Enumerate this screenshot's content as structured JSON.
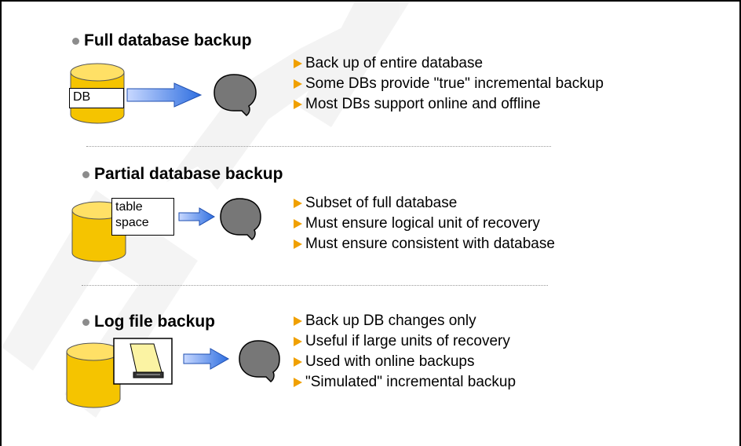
{
  "sections": [
    {
      "heading": "Full database backup",
      "icon_label": "DB",
      "bullets": [
        "Back up of entire database",
        "Some DBs provide \"true\" incremental backup",
        "Most DBs support online and offline"
      ]
    },
    {
      "heading": "Partial database backup",
      "icon_label_lines": [
        "table",
        "space"
      ],
      "bullets": [
        "Subset of full database",
        "Must ensure logical unit of recovery",
        "Must ensure consistent with database"
      ]
    },
    {
      "heading": "Log file backup",
      "bullets": [
        "Back up DB changes only",
        "Useful if large units of recovery",
        "Used with online backups",
        "\"Simulated\" incremental backup"
      ]
    }
  ],
  "watermark_text": "ACI",
  "colors": {
    "database": "#f5c400",
    "arrow": "#2f6fe0",
    "storage_blob": "#777777",
    "bullet_marker": "#f0a000",
    "heading_dot": "#8c8c8c"
  },
  "icons": [
    "database-cylinder-icon",
    "right-arrow-icon",
    "storage-blob-icon",
    "log-file-icon"
  ]
}
